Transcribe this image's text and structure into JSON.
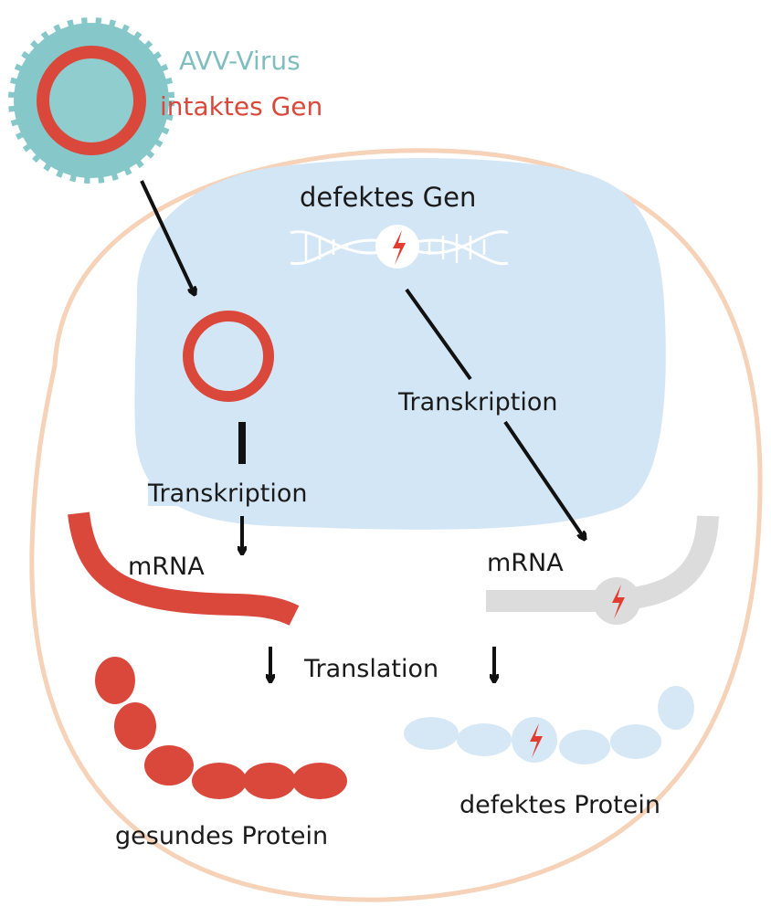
{
  "labels": {
    "virus": "AVV-Virus",
    "intact_gene": "intaktes Gen",
    "defective_gene": "defektes Gen",
    "transcription_right": "Transkription",
    "transcription_left": "Transkription",
    "mrna_left": "mRNA",
    "mrna_right": "mRNA",
    "translation": "Translation",
    "healthy_protein": "gesundes Protein",
    "defective_protein": "defektes Protein"
  },
  "colors": {
    "virus_capsid": "#86c8c9",
    "intact_gene": "#d9483b",
    "nucleus": "#d3e6f6",
    "cell_membrane": "#f5d2b8",
    "defective_mrna": "#dcdcdc",
    "defective_protein": "#d6e8f6",
    "mutation_bolt": "#e03c31",
    "arrow": "#111111"
  }
}
